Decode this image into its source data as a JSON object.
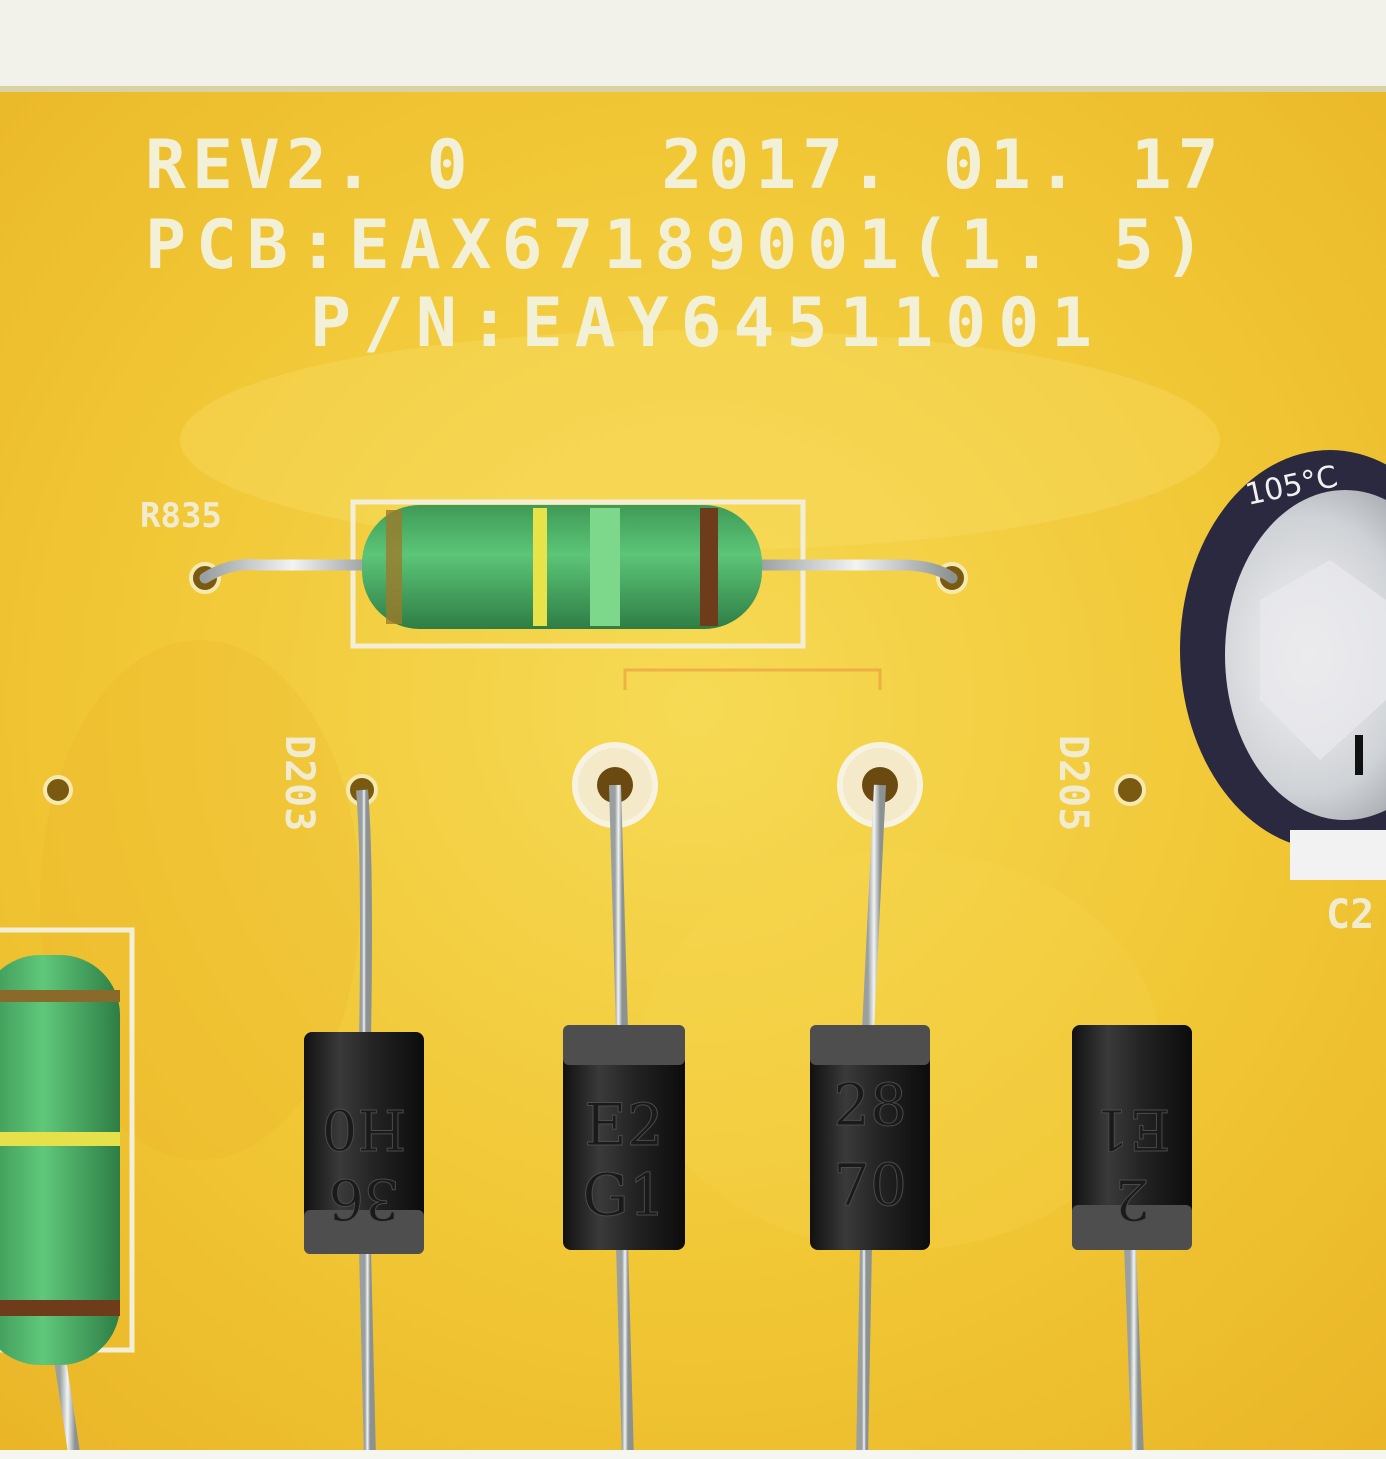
{
  "board": {
    "rev_line": "REV2. 0    2017. 01. 17",
    "pcb_line": "PCB:EAX67189001(1. 5)",
    "pn_line": "P/N:EAY64511001"
  },
  "refs": {
    "resistor": "R835",
    "diode_left": "D203",
    "diode_right": "D205",
    "capacitor": "C2"
  },
  "diodes": [
    {
      "line1": "H0",
      "line2": "36"
    },
    {
      "line1": "E2",
      "line2": "G1"
    },
    {
      "line1": "28",
      "line2": "70"
    },
    {
      "line1": "E1",
      "line2": "2"
    }
  ],
  "capacitor_marking": "105°C",
  "colors": {
    "board": "#f1c83a",
    "silkscreen": "#f3f0d8",
    "resistor_body": "#4caf67",
    "diode_body": "#202020"
  }
}
